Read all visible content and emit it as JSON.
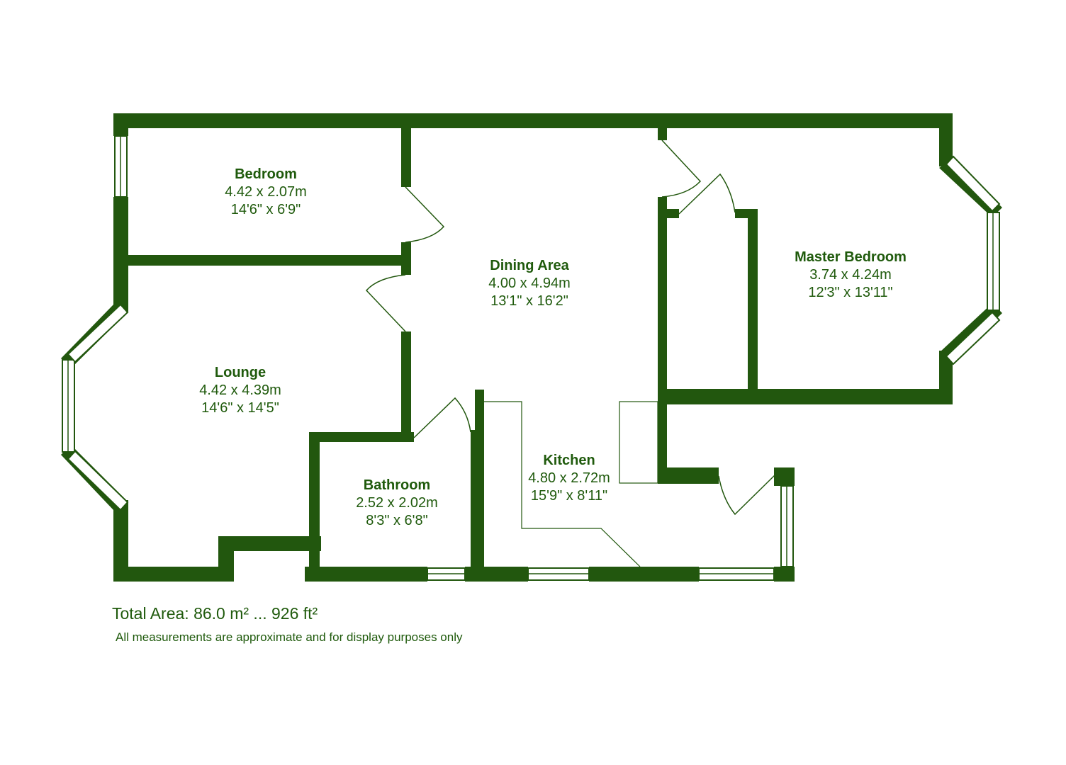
{
  "colors": {
    "wall": "#22570e",
    "text": "#1f5a0c",
    "background": "#ffffff"
  },
  "rooms": {
    "bedroom": {
      "name": "Bedroom",
      "metric": "4.42 x 2.07m",
      "imperial": "14'6\" x 6'9\""
    },
    "dining": {
      "name": "Dining Area",
      "metric": "4.00 x 4.94m",
      "imperial": "13'1\" x 16'2\""
    },
    "master": {
      "name": "Master Bedroom",
      "metric": "3.74 x 4.24m",
      "imperial": "12'3\" x 13'11\""
    },
    "lounge": {
      "name": "Lounge",
      "metric": "4.42 x 4.39m",
      "imperial": "14'6\" x 14'5\""
    },
    "kitchen": {
      "name": "Kitchen",
      "metric": "4.80 x 2.72m",
      "imperial": "15'9\" x 8'11\""
    },
    "bathroom": {
      "name": "Bathroom",
      "metric": "2.52 x 2.02m",
      "imperial": "8'3\" x 6'8\""
    }
  },
  "footer": {
    "total_area": "Total Area: 86.0 m² ... 926 ft²",
    "note": "All measurements are approximate and for display purposes only"
  }
}
